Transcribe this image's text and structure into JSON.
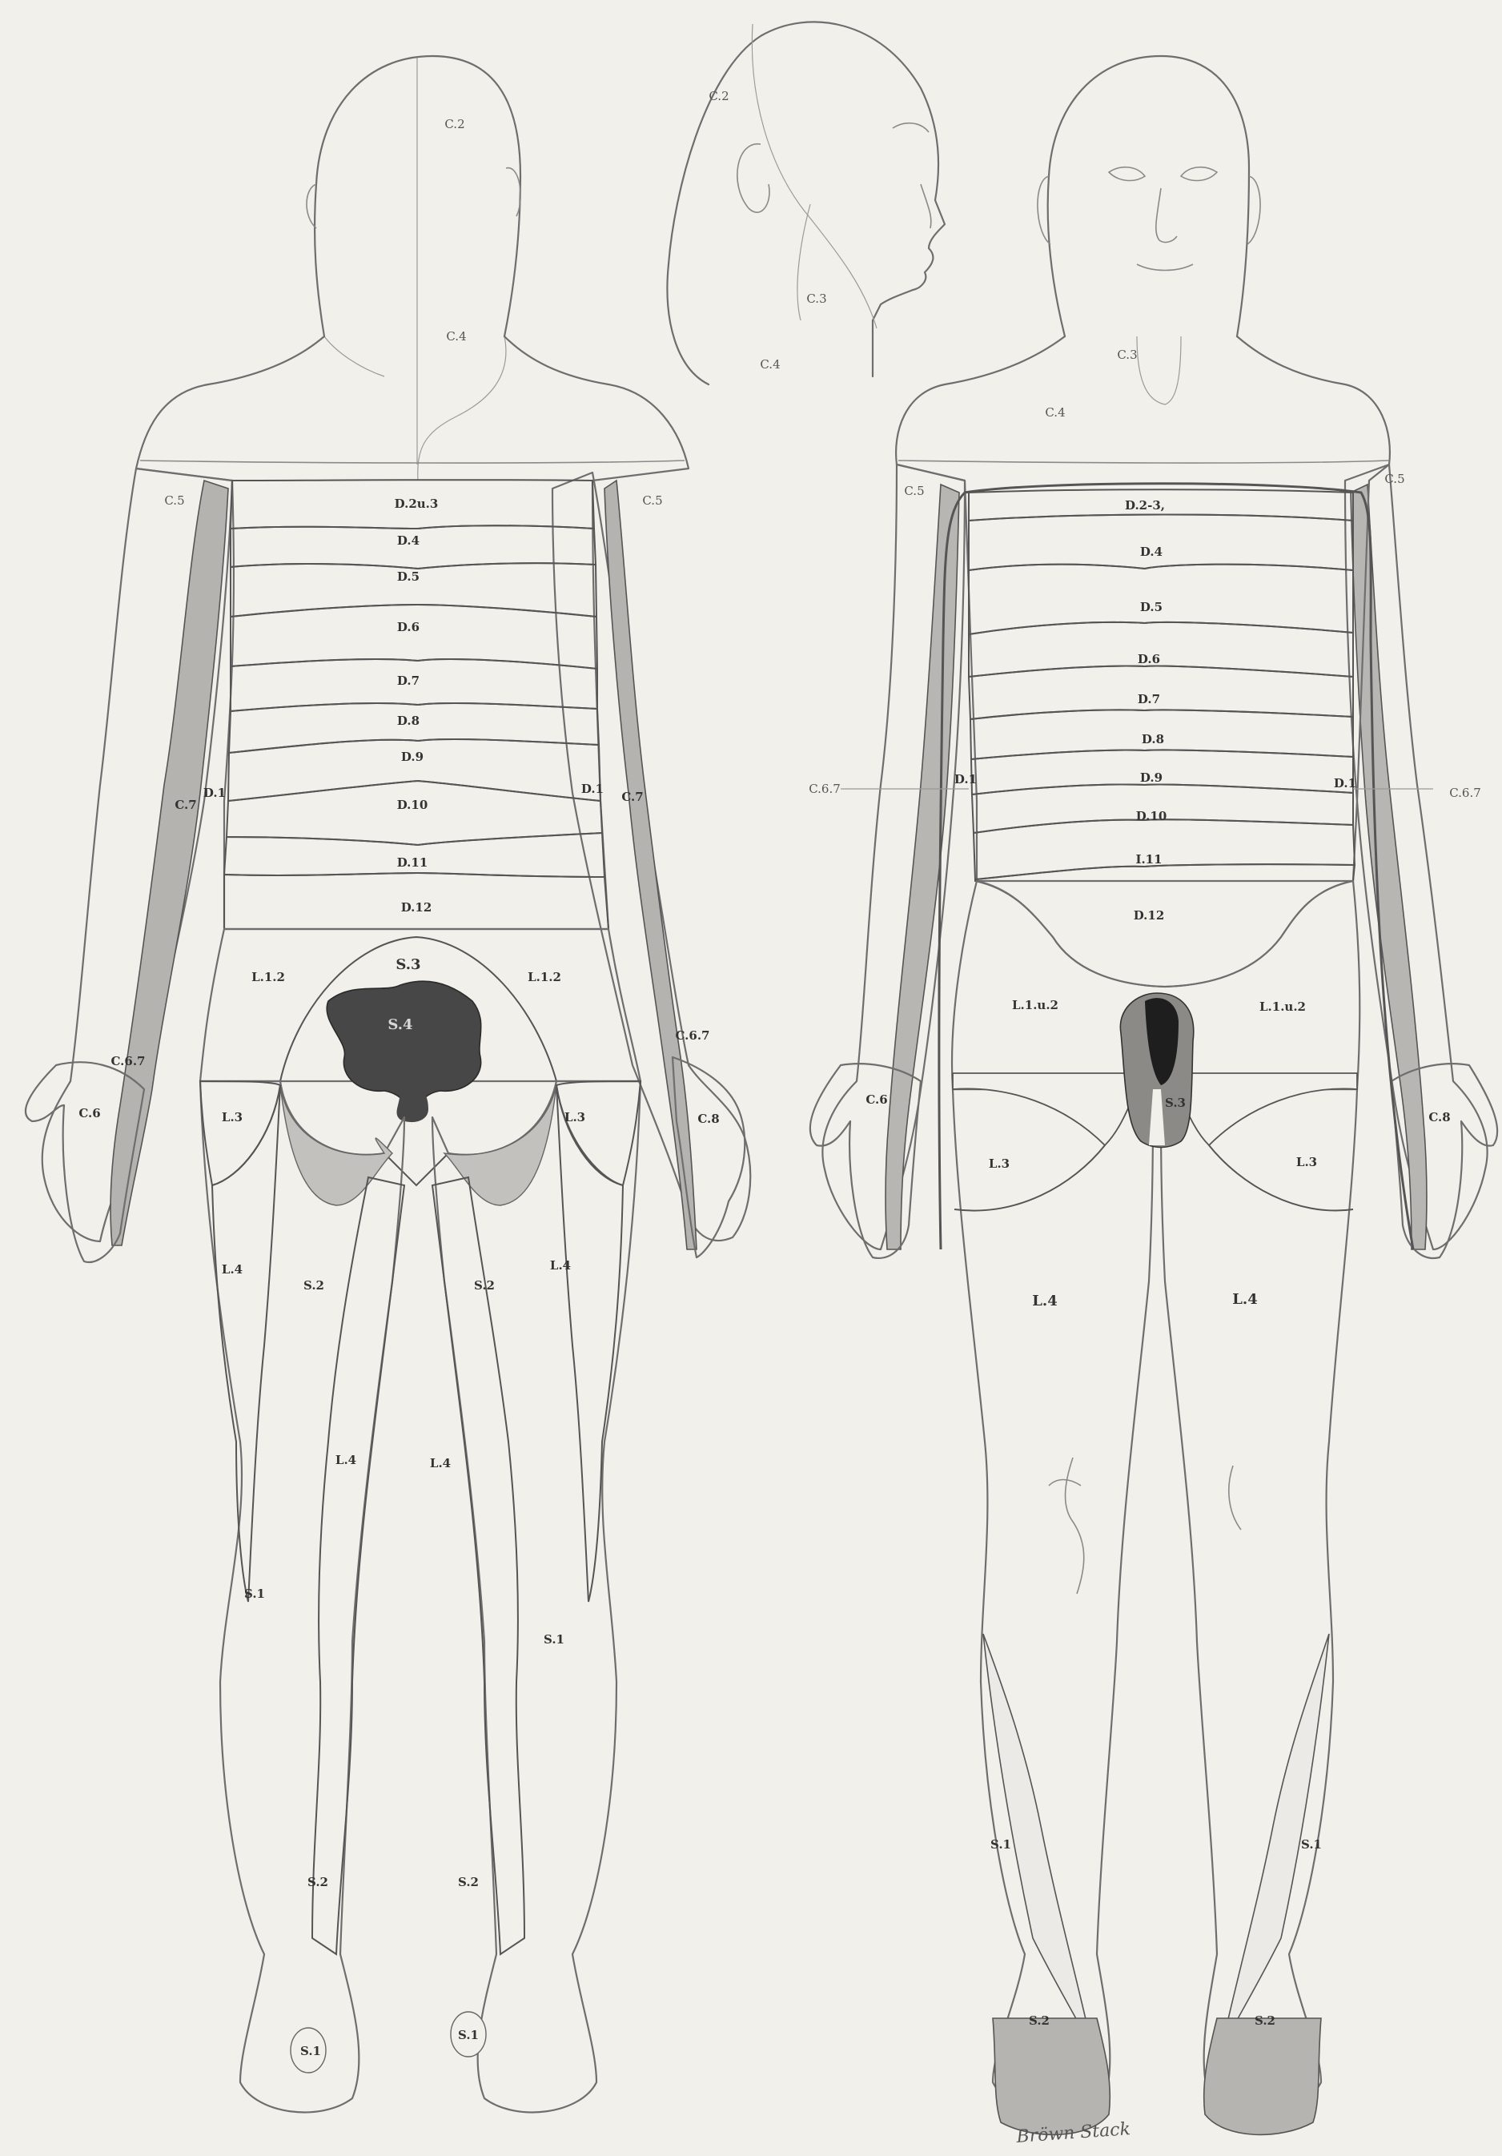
{
  "palette": {
    "paper": "#f2f0eb",
    "tone_1": "#e2e0dc",
    "tone_2": "#d3d1cd",
    "tone_3": "#c4c2be",
    "tone_4": "#b8b6b2",
    "tone_5": "#a9a7a3",
    "tone_6": "#9c9a96",
    "dark": "#4a4a4a",
    "black": "#1e1e1e",
    "line": "#6e6e6e"
  },
  "head_profile": {
    "labels": [
      "C.2",
      "C.3",
      "C.4"
    ]
  },
  "back_view": {
    "labels": {
      "c2": "C.2",
      "c4": "C.4",
      "c5_left": "C.5",
      "c5_right": "C.5",
      "d2u3": "D.2u.3",
      "d4": "D.4",
      "d5": "D.5",
      "d6": "D.6",
      "d7": "D.7",
      "d8": "D.8",
      "d9": "D.9",
      "d10": "D.10",
      "d11": "D.11",
      "d12": "D.12",
      "d1_left": "D.1",
      "d1_right": "D.1",
      "c7_left": "C.7",
      "c7_right": "C.7",
      "c67_left": "C.6.7",
      "c67_right": "C.6.7",
      "c6_left": "C.6",
      "c8_right": "C.8",
      "l12_left": "L.1.2",
      "l12_right": "L.1.2",
      "s3": "S.3",
      "s4": "S.4",
      "l3_left": "L.3",
      "l3_right": "L.3",
      "l4_left_outer": "L.4",
      "l4_right_outer": "L.4",
      "s2_left": "S.2",
      "s2_right": "S.2",
      "l4_left_inner": "L.4",
      "l4_right_inner": "L.4",
      "s1_left_calf": "S.1",
      "s1_right_calf": "S.1",
      "s2_left_ankle": "S.2",
      "s2_right_ankle": "S.2",
      "s1_left_heel": "S.1",
      "s1_right_heel": "S.1"
    }
  },
  "front_view": {
    "labels": {
      "c3": "C.3",
      "c4": "C.4",
      "c5_left": "C.5",
      "c5_right": "C.5",
      "d23": "D.2-3,",
      "d4": "D.4",
      "d5": "D.5",
      "d6": "D.6",
      "d7": "D.7",
      "d8": "D.8",
      "d9": "D.9",
      "d10": "D.10",
      "d11": "I.11",
      "d12": "D.12",
      "c67_left": "C.6.7",
      "c67_right": "C.6.7",
      "d1_left": "D.1",
      "d1_right": "D.1",
      "l1u2_left": "L.1.u.2",
      "l1u2_right": "L.1.u.2",
      "s3": "S.3",
      "c6_left": "C.6",
      "c8_right": "C.8",
      "l3_left": "L.3",
      "l3_right": "L.3",
      "l4_left": "L.4",
      "l4_right": "L.4",
      "s1_left": "S.1",
      "s1_right": "S.1",
      "s2_left": "S.2",
      "s2_right": "S.2"
    }
  },
  "annotation": "Bröwn Stack"
}
